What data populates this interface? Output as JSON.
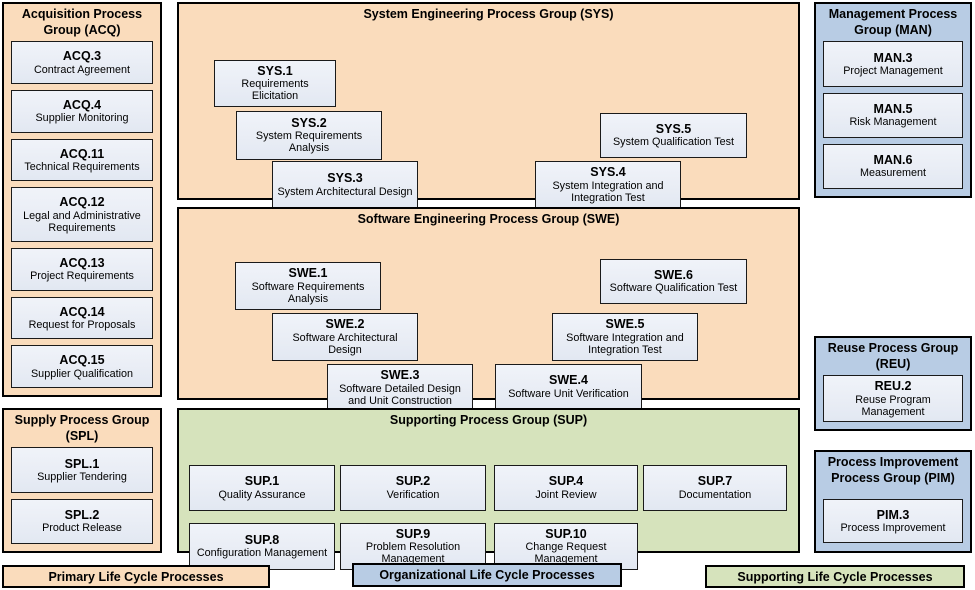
{
  "diagram": {
    "groups": [
      {
        "id": "ACQ",
        "title": "Acquisition Process Group (ACQ)",
        "category": "primary",
        "boxes": [
          {
            "id": "ACQ.3",
            "name": "Contract Agreement"
          },
          {
            "id": "ACQ.4",
            "name": "Supplier Monitoring"
          },
          {
            "id": "ACQ.11",
            "name": "Technical Requirements"
          },
          {
            "id": "ACQ.12",
            "name": "Legal and Administrative Requirements"
          },
          {
            "id": "ACQ.13",
            "name": "Project Requirements"
          },
          {
            "id": "ACQ.14",
            "name": "Request for Proposals"
          },
          {
            "id": "ACQ.15",
            "name": "Supplier Qualification"
          }
        ]
      },
      {
        "id": "SYS",
        "title": "System Engineering Process Group (SYS)",
        "category": "primary",
        "boxes": [
          {
            "id": "SYS.1",
            "name": "Requirements Elicitation"
          },
          {
            "id": "SYS.2",
            "name": "System Requirements Analysis"
          },
          {
            "id": "SYS.3",
            "name": "System Architectural Design"
          },
          {
            "id": "SYS.5",
            "name": "System Qualification Test"
          },
          {
            "id": "SYS.4",
            "name": "System Integration and Integration Test"
          }
        ]
      },
      {
        "id": "MAN",
        "title": "Management Process Group (MAN)",
        "category": "organizational",
        "boxes": [
          {
            "id": "MAN.3",
            "name": "Project Management"
          },
          {
            "id": "MAN.5",
            "name": "Risk Management"
          },
          {
            "id": "MAN.6",
            "name": "Measurement"
          }
        ]
      },
      {
        "id": "SWE",
        "title": "Software Engineering Process Group (SWE)",
        "category": "primary",
        "boxes": [
          {
            "id": "SWE.1",
            "name": "Software Requirements Analysis"
          },
          {
            "id": "SWE.2",
            "name": "Software Architectural Design"
          },
          {
            "id": "SWE.3",
            "name": "Software Detailed Design and Unit Construction"
          },
          {
            "id": "SWE.6",
            "name": "Software Qualification Test"
          },
          {
            "id": "SWE.5",
            "name": "Software Integration and Integration Test"
          },
          {
            "id": "SWE.4",
            "name": "Software Unit Verification"
          }
        ]
      },
      {
        "id": "REU",
        "title": "Reuse Process Group (REU)",
        "category": "organizational",
        "boxes": [
          {
            "id": "REU.2",
            "name": "Reuse Program Management"
          }
        ]
      },
      {
        "id": "PIM",
        "title": "Process Improvement Process Group (PIM)",
        "category": "organizational",
        "boxes": [
          {
            "id": "PIM.3",
            "name": "Process Improvement"
          }
        ]
      },
      {
        "id": "SPL",
        "title": "Supply Process Group (SPL)",
        "category": "primary",
        "boxes": [
          {
            "id": "SPL.1",
            "name": "Supplier Tendering"
          },
          {
            "id": "SPL.2",
            "name": "Product Release"
          }
        ]
      },
      {
        "id": "SUP",
        "title": "Supporting Process Group (SUP)",
        "category": "supporting",
        "boxes": [
          {
            "id": "SUP.1",
            "name": "Quality Assurance"
          },
          {
            "id": "SUP.2",
            "name": "Verification"
          },
          {
            "id": "SUP.4",
            "name": "Joint Review"
          },
          {
            "id": "SUP.7",
            "name": "Documentation"
          },
          {
            "id": "SUP.8",
            "name": "Configuration Management"
          },
          {
            "id": "SUP.9",
            "name": "Problem Resolution Management"
          },
          {
            "id": "SUP.10",
            "name": "Change Request Management"
          }
        ]
      }
    ],
    "legend": [
      {
        "label": "Primary Life Cycle Processes",
        "category": "primary"
      },
      {
        "label": "Organizational Life Cycle Processes",
        "category": "organizational"
      },
      {
        "label": "Supporting Life Cycle Processes",
        "category": "supporting"
      }
    ],
    "colors": {
      "primary": "#FADCBC",
      "organizational": "#B8CCE4",
      "supporting": "#D6E3BC",
      "box_fill": "#E9EDF5",
      "border": "#000000"
    }
  }
}
